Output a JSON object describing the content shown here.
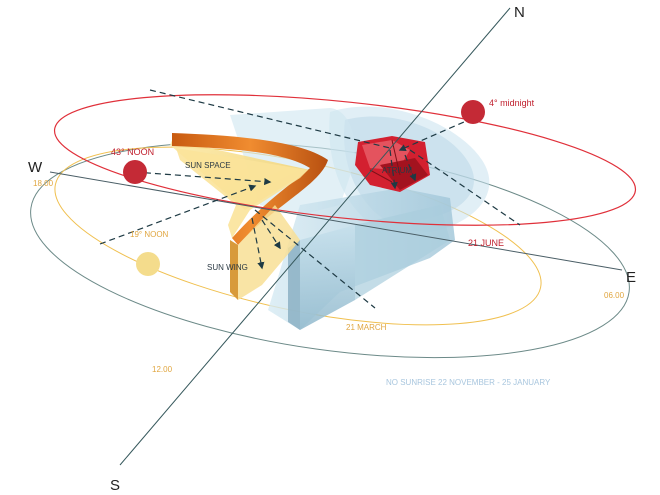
{
  "compass": {
    "north": "N",
    "south": "S",
    "east": "E",
    "west": "W"
  },
  "sun_positions": {
    "midnight_summer": "4° midnight",
    "noon_summer": "43° NOON",
    "noon_equinox": "19° NOON"
  },
  "orbits": {
    "summer": "21 JUNE",
    "equinox": "21 MARCH"
  },
  "times": {
    "evening": "18.00",
    "morning": "06.00",
    "noon": "12.00"
  },
  "building": {
    "sun_space": "SUN SPACE",
    "sun_wing": "SUN WING",
    "atrium": "ATRIUM"
  },
  "note": "NO SUNRISE 22 NOVEMBER - 25 JANUARY",
  "colors": {
    "summer_orbit": "#e0303a",
    "equinox_orbit": "#f0c050",
    "horizon": "#6c8a88",
    "sun_red": "#c42a36",
    "sun_yellow": "#f4dc8c",
    "glass": "#bcdcea",
    "sunspace_orange": "#e2761c"
  }
}
